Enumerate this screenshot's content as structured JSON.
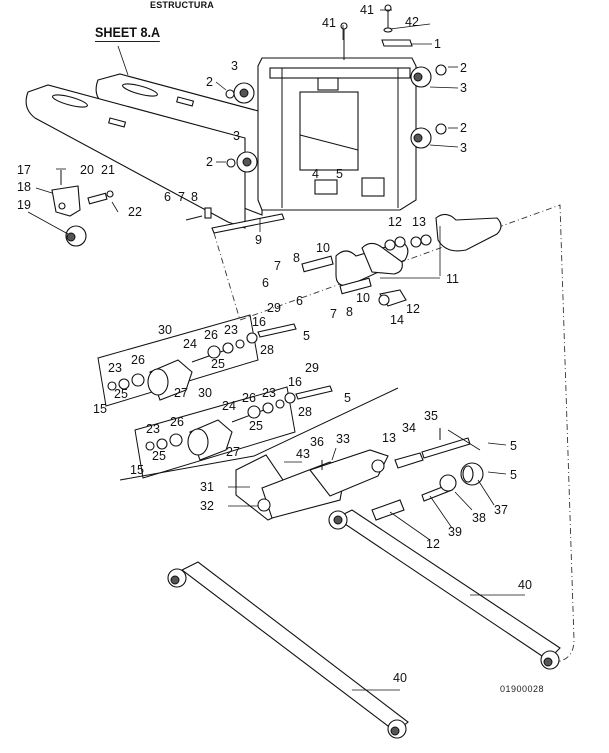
{
  "header": {
    "title": "ESTRUCTURA",
    "sheet_reference": "SHEET 8.A"
  },
  "drawing_code": "01900028",
  "callouts": {
    "c1": "1",
    "c2a": "2",
    "c2b": "2",
    "c2c": "2",
    "c2d": "2",
    "c3a": "3",
    "c3b": "3",
    "c3c": "3",
    "c3d": "3",
    "c4": "4",
    "c5a": "5",
    "c5b": "5",
    "c5c": "5",
    "c5d": "5",
    "c5e": "5",
    "c6a": "6",
    "c6b": "6",
    "c6c": "6",
    "c7a": "7",
    "c7b": "7",
    "c7c": "7",
    "c8a": "8",
    "c8b": "8",
    "c8c": "8",
    "c9": "9",
    "c10a": "10",
    "c10b": "10",
    "c11": "11",
    "c12a": "12",
    "c12b": "12",
    "c12c": "12",
    "c13a": "13",
    "c13b": "13",
    "c14": "14",
    "c15a": "15",
    "c15b": "15",
    "c16a": "16",
    "c16b": "16",
    "c17": "17",
    "c18": "18",
    "c19": "19",
    "c20": "20",
    "c21": "21",
    "c22": "22",
    "c23a": "23",
    "c23b": "23",
    "c23c": "23",
    "c23d": "23",
    "c24a": "24",
    "c24b": "24",
    "c25a": "25",
    "c25b": "25",
    "c25c": "25",
    "c25d": "25",
    "c26a": "26",
    "c26b": "26",
    "c26c": "26",
    "c26d": "26",
    "c27a": "27",
    "c27b": "27",
    "c28a": "28",
    "c28b": "28",
    "c29a": "29",
    "c29b": "29",
    "c30a": "30",
    "c30b": "30",
    "c31": "31",
    "c32": "32",
    "c33": "33",
    "c34": "34",
    "c35": "35",
    "c36": "36",
    "c37": "37",
    "c38": "38",
    "c39": "39",
    "c40a": "40",
    "c40b": "40",
    "c41a": "41",
    "c41b": "41",
    "c42": "42",
    "c43": "43"
  }
}
